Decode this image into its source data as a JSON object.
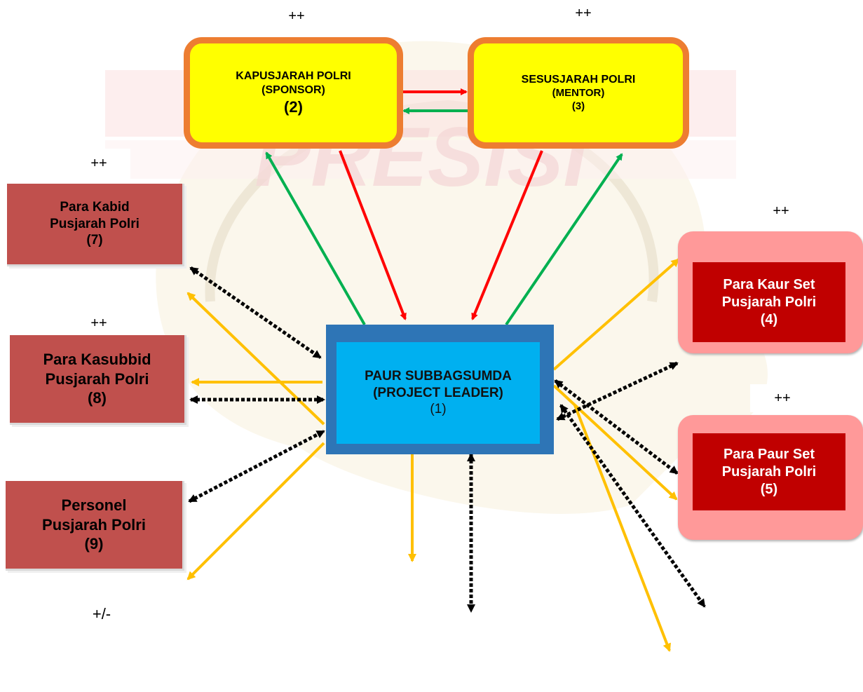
{
  "nodes": {
    "leader": {
      "line1": "PAUR SUBBAGSUMDA",
      "line2": "(PROJECT LEADER)",
      "line3": "(1)"
    },
    "sponsor": {
      "line1": "KAPUSJARAH POLRI",
      "line2": "(SPONSOR)",
      "line3": "(2)"
    },
    "mentor": {
      "line1": "SESUSJARAH POLRI",
      "line2": "(MENTOR)",
      "line3": "(3)"
    },
    "kaur": {
      "line1": "Para Kaur Set",
      "line2": "Pusjarah Polri",
      "line3": "(4)"
    },
    "paur": {
      "line1": "Para Paur Set",
      "line2": "Pusjarah Polri",
      "line3": "(5)"
    },
    "kabid": {
      "line1": "Para Kabid",
      "line2": "Pusjarah Polri",
      "line3": "(7)"
    },
    "kasubbid": {
      "line1": "Para Kasubbid",
      "line2": "Pusjarah Polri",
      "line3": "(8)"
    },
    "personel": {
      "line1": "Personel",
      "line2": "Pusjarah Polri",
      "line3": "(9)"
    }
  },
  "ratings": {
    "sponsor": "++",
    "mentor": "++",
    "kabid": "++",
    "kasubbid": "++",
    "kaur": "++",
    "paur": "++",
    "personel": "+/-"
  },
  "watermark_text": "PRESISI",
  "colors": {
    "sponsor_fill": "#ffff00",
    "sponsor_border": "#ed7d31",
    "leader_outer": "#2e75b6",
    "leader_inner": "#00b0f0",
    "stakeholder_fill": "#c0504d",
    "external_outer": "#ff9999",
    "external_inner": "#c00000",
    "arrow_red": "#ff0000",
    "arrow_green": "#00b050",
    "arrow_yellow": "#ffc000",
    "arrow_dotted": "#000000"
  }
}
